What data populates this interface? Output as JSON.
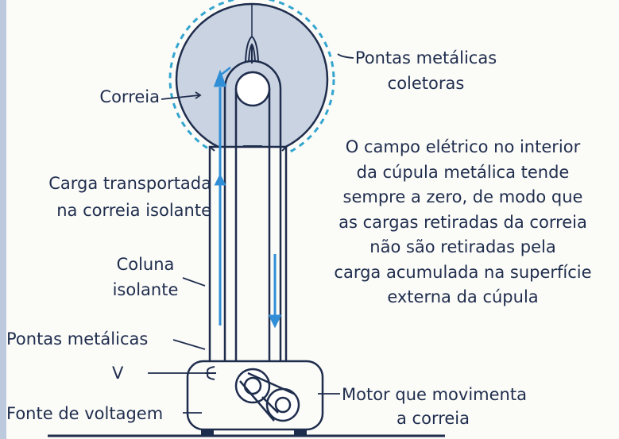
{
  "labels": {
    "correia": "Correia",
    "pontas_coletoras_1": "Pontas metálicas",
    "pontas_coletoras_2": "coletoras",
    "carga_1": "Carga transportada",
    "carga_2": "na correia isolante",
    "coluna_1": "Coluna",
    "coluna_2": "isolante",
    "pontas": "Pontas metálicas",
    "v": "V",
    "fonte": "Fonte de voltagem",
    "motor_1": "Motor que movimenta",
    "motor_2": "a correia"
  },
  "paragraph": [
    "O campo elétrico no interior",
    "da cúpula metálica tende",
    "sempre a zero, de modo que",
    "as cargas retiradas da correia",
    "não são retiradas pela",
    "carga acumulada na superfície",
    "externa da cúpula"
  ],
  "colors": {
    "dome_fill": "#c9d3e2",
    "dome_charge": "#33a6cf",
    "ink": "#1f2d4d",
    "arrow": "#2f8ed6"
  }
}
